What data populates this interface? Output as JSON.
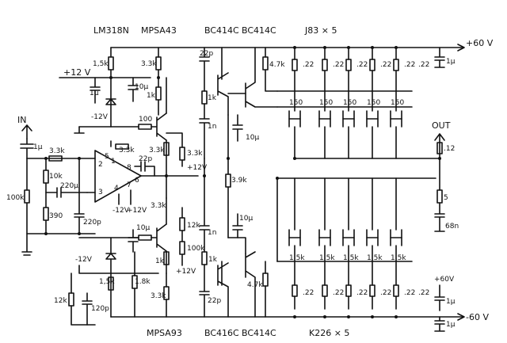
{
  "labels": {
    "lm318n": "LM318N",
    "mpsa43": "MPSA43",
    "bc414c_1": "BC414C",
    "bc414c_2": "BC414C",
    "j83x5": "J83 × 5",
    "plus60v": "+60 V",
    "plus12v": "+12 V",
    "in": "IN",
    "out": "OUT",
    "minus12v_left": "-12V",
    "minus12v_top": "-12V",
    "mpsa93": "MPSA93",
    "bc416c": "BC416C",
    "bc414c_3": "BC414C",
    "k226x5": "K226 × 5",
    "minus60v": "-60 V",
    "plus60v_small": "+60V",
    "minus12v_op": "-12V",
    "plus12v_op": "+12V",
    "plus12v_low": "+12V",
    "plus12v_mid": "+12V"
  },
  "components": {
    "r_1k5_top": "1,5k",
    "r_3k3_top": "3.3k",
    "c_10u_top": "10µ",
    "r_1k_top": "1k",
    "r_100_top": "100",
    "c_1u_in": "1µ",
    "c_1u_left": "1µ",
    "r_3k3_in": "3.3k",
    "r_10k": "10k",
    "r_100k": "100k",
    "c_220u": "220µ",
    "r_390": "390",
    "c_220p_op": "220p",
    "r_3k3_b": "3.3k",
    "c_22p_fb": "22p",
    "r_3k3_mid": "3.3k",
    "r_3k3_right": "3.3k",
    "c_22p_top": "22p",
    "r_1k_mid": "1k",
    "c_1n_top": "1n",
    "r_4k7_top": "4.7k",
    "c_10u_mid": "10µ",
    "r_3k9": "3.9k",
    "r_22_top": [
      ".22",
      ".22",
      ".22",
      ".22",
      ".22"
    ],
    "r_22_top_last": ".22",
    "c_1u_top_right": "1µ",
    "r_150": [
      "150",
      "150",
      "150",
      "150",
      "150"
    ],
    "r_12": ".12",
    "r_5": "5",
    "c_68n": "68n",
    "r_3k3_low": "3.3k",
    "c_10u_low": "10µ",
    "r_12k": "12k",
    "r_100k_pot": "100k",
    "r_1k_low": "1k",
    "c_1n_low": "1n",
    "c_10u_right": "10µ",
    "r_1k5_bot": [
      "1.5k",
      "1.5k",
      "1.5k",
      "1.5k",
      "1.5k"
    ],
    "r_22_bot": [
      ".22",
      ".22",
      ".22",
      ".22",
      ".22"
    ],
    "r_22_bot_last": ".22",
    "r_1k5_low": "1,5k",
    "r_1k8": "1.8k",
    "r_3k3_bot": "3.3k",
    "c_22p_bot": "22p",
    "r_4k7_bot": "4.7k",
    "r_12k_left": "12k",
    "c_120p": "120p",
    "c_1u_bot_a": "1µ",
    "c_1u_bot_b": "1µ",
    "pin_2": "2",
    "pin_3": "3",
    "pin_4": "4",
    "pin_5": "5",
    "pin_6": "6",
    "pin_7": "7",
    "pin_8": "8",
    "pin_1": "1"
  }
}
